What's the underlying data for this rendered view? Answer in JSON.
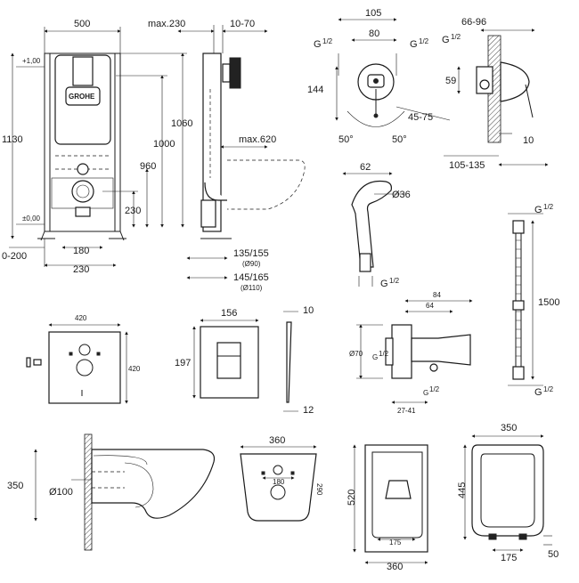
{
  "frame": {
    "width": "500",
    "height": "1130",
    "max_depth": "max.230",
    "range_depth": "10-70",
    "h1060": "1060",
    "h1000": "1000",
    "h960": "960",
    "h230": "230",
    "plus100": "+1,00",
    "zero": "±0,00",
    "offset": "0-200",
    "w180": "180",
    "w230": "230",
    "max620": "max.620",
    "r135": "135/155",
    "d90": "(Ø90)",
    "r145": "145/165",
    "d110": "(Ø110)",
    "brand": "GROHE"
  },
  "mixer": {
    "w105": "105",
    "w80": "80",
    "g_left": "G",
    "g_right": "G",
    "frac": "1/2",
    "h144": "144",
    "a50l": "50°",
    "a50r": "50°",
    "r45": "45-75"
  },
  "mixer_side": {
    "r66": "66-96",
    "g": "G",
    "frac": "1/2",
    "h59": "59",
    "d10": "10",
    "r105": "105-135"
  },
  "handshower": {
    "w62": "62",
    "d36": "Ø36",
    "g": "G",
    "frac": "1/2"
  },
  "hose": {
    "length": "1500",
    "g_top": "G",
    "g_bottom": "G",
    "frac": "1/2"
  },
  "plate": {
    "w420": "420",
    "h420": "420"
  },
  "button": {
    "w156": "156",
    "h197": "197",
    "t10": "10",
    "t12": "12"
  },
  "holder": {
    "w84": "84",
    "w64": "64",
    "d70": "Ø70",
    "g_side": "G",
    "g_bottom": "G",
    "frac": "1/2",
    "r27": "27-41"
  },
  "bowl_side": {
    "h350": "350",
    "d100": "Ø100"
  },
  "bowl_top": {
    "w360": "360",
    "w180": "180",
    "h290": "290"
  },
  "bowl_front": {
    "h520": "520",
    "w175": "175",
    "w360": "360"
  },
  "seat": {
    "w350": "350",
    "h445": "445",
    "w175": "175",
    "d50": "50"
  }
}
